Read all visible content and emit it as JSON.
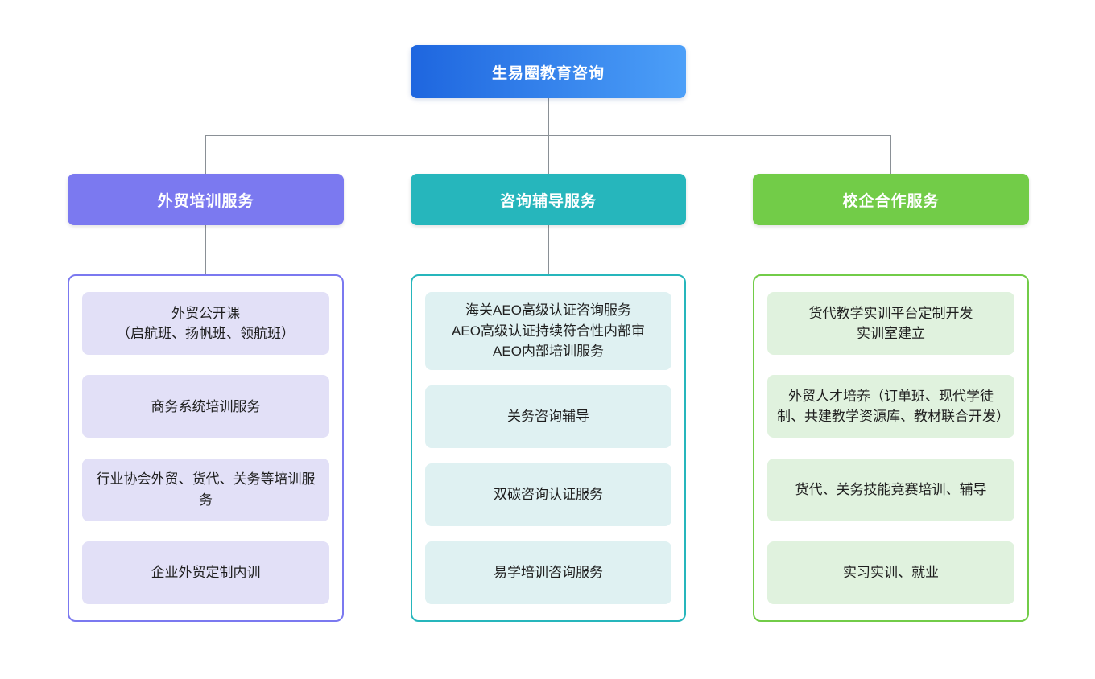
{
  "root": {
    "title": "生易圈教育咨询",
    "gradient_start": "#1E66DF",
    "gradient_end": "#4C9FF8"
  },
  "connector_color": "#8A9096",
  "branches": [
    {
      "title": "外贸培训服务",
      "color": "#7B79F0",
      "item_bg": "#E2E0F7",
      "items": [
        "外贸公开课\n（启航班、扬帆班、领航班）",
        "商务系统培训服务",
        "行业协会外贸、货代、关务等培训服务",
        "企业外贸定制内训"
      ]
    },
    {
      "title": "咨询辅导服务",
      "color": "#26B6BC",
      "item_bg": "#DFF1F2",
      "items": [
        "海关AEO高级认证咨询服务\nAEO高级认证持续符合性内部审\nAEO内部培训服务",
        "关务咨询辅导",
        "双碳咨询认证服务",
        "易学培训咨询服务"
      ]
    },
    {
      "title": "校企合作服务",
      "color": "#72CC48",
      "item_bg": "#E0F2DE",
      "items": [
        "货代教学实训平台定制开发\n实训室建立",
        "外贸人才培养（订单班、现代学徒制、共建教学资源库、教材联合开发）",
        "货代、关务技能竞赛培训、辅导",
        "实习实训、就业"
      ]
    }
  ]
}
